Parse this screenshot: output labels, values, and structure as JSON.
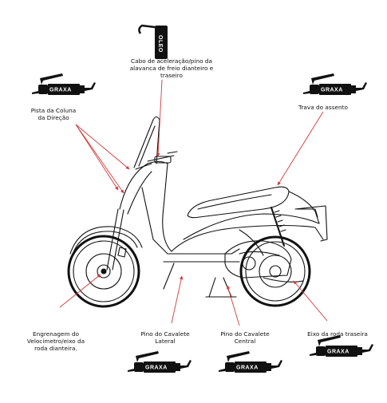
{
  "labels": {
    "accel_cable": "Cabo de aceleração/pino da\nalavanca de freio dianteiro e\ntraseiro",
    "steering": "Pista da Coluna\nda Direção",
    "seat_lock": "Trava do assento",
    "speedometer": "Engrenagem do\nVelocímetro/eixo da\nroda dianteira.",
    "side_stand": "Pino do Cavalete\nLateral",
    "center_stand": "Pino do Cavalete\nCentral",
    "rear_axle": "Eixo da roda traseira"
  },
  "lubricants": {
    "oil": "OLEO",
    "grease": "GRAXA"
  },
  "colors": {
    "pointer": "#d23a3a",
    "ink": "#111111"
  },
  "icons": {
    "oil_can": "oil-can-icon",
    "grease_gun": "grease-gun-icon"
  }
}
